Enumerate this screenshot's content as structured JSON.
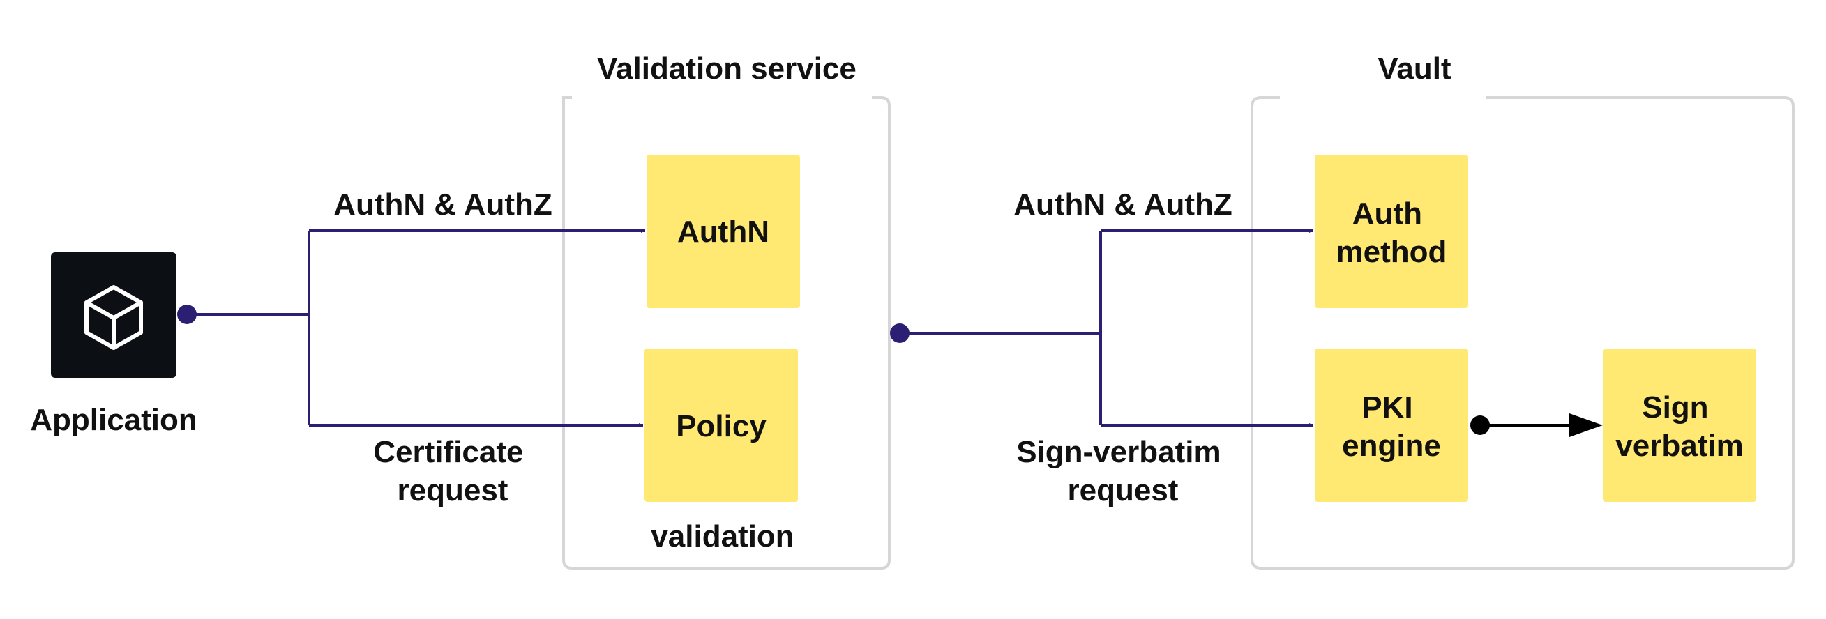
{
  "colors": {
    "box_fill": "#FFE972",
    "connector": "#2B1F74",
    "group_border": "#D6D6D6",
    "app_tile": "#0C0F14",
    "text": "#111111",
    "arrow_black": "#000000"
  },
  "application": {
    "label": "Application",
    "icon": "cube-icon"
  },
  "validation_service": {
    "title": "Validation service",
    "authn_box": "AuthN",
    "policy_box": "Policy",
    "policy_caption": "validation"
  },
  "vault": {
    "title": "Vault",
    "auth_method_box": [
      "Auth",
      "method"
    ],
    "pki_engine_box": [
      "PKI",
      "engine"
    ],
    "sign_verbatim_box": [
      "Sign",
      "verbatim"
    ]
  },
  "edges": {
    "left_top_label": "AuthN & AuthZ",
    "left_bottom_label": [
      "Certificate",
      "request"
    ],
    "right_top_label": "AuthN & AuthZ",
    "right_bottom_label": [
      "Sign-verbatim",
      "request"
    ]
  }
}
